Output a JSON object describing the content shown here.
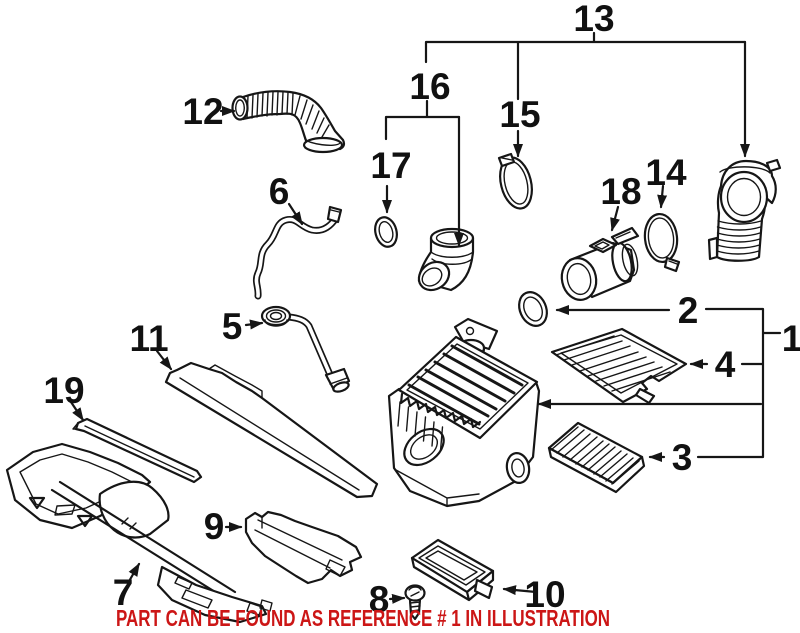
{
  "figure": {
    "kind": "exploded-parts-illustration"
  },
  "note": {
    "text": "PART CAN BE FOUND AS REFERENCE # 1 IN ILLUSTRATION"
  },
  "colors": {
    "background": "#ffffff",
    "line": "#161616",
    "note": "#cc1616"
  },
  "callouts": [
    {
      "number": "1"
    },
    {
      "number": "2"
    },
    {
      "number": "3"
    },
    {
      "number": "4"
    },
    {
      "number": "5"
    },
    {
      "number": "6"
    },
    {
      "number": "7"
    },
    {
      "number": "8"
    },
    {
      "number": "9"
    },
    {
      "number": "10"
    },
    {
      "number": "11"
    },
    {
      "number": "12"
    },
    {
      "number": "13"
    },
    {
      "number": "14"
    },
    {
      "number": "15"
    },
    {
      "number": "16"
    },
    {
      "number": "17"
    },
    {
      "number": "18"
    },
    {
      "number": "19"
    }
  ]
}
